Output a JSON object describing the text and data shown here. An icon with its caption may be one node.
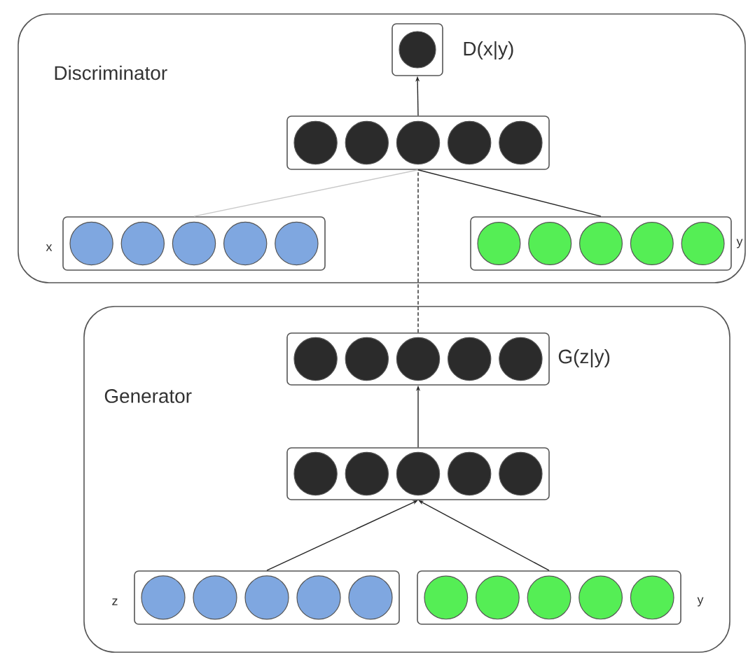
{
  "diagram": {
    "nodes": [
      {
        "text": [
          "Discriminator"
        ]
      },
      {
        "text": [],
        "shape": "box",
        "beside": [
          "D(x|y)"
        ],
        "in": 0
      },
      {
        "text": [],
        "shape": "box",
        "in": 0
      },
      {
        "text": [],
        "shape": "box",
        "beside": [
          "x"
        ],
        "in": 0
      },
      {
        "text": [],
        "shape": "box",
        "beside": [
          "y"
        ],
        "in": 0
      },
      {
        "text": [
          "Generator"
        ]
      },
      {
        "text": [],
        "shape": "box",
        "beside": [
          "G(z|y)"
        ],
        "in": 5
      },
      {
        "text": [],
        "shape": "box",
        "in": 5
      },
      {
        "text": [],
        "shape": "box",
        "beside": [
          "z"
        ],
        "in": 5
      },
      {
        "text": [],
        "shape": "box",
        "beside": [
          "y"
        ],
        "in": 5
      }
    ],
    "edges": [
      {
        "from": 2,
        "to": 1,
        "arrow": "to"
      },
      {
        "from": 3,
        "to": 2,
        "arrow": "none",
        "color": "#c8c8c8"
      },
      {
        "from": 4,
        "to": 2,
        "arrow": "none"
      },
      {
        "from": 6,
        "to": 2,
        "arrow": "none",
        "style": "dashed"
      },
      {
        "from": 7,
        "to": 6,
        "arrow": "to"
      },
      {
        "from": 8,
        "to": 7,
        "arrow": "to"
      },
      {
        "from": 9,
        "to": 7,
        "arrow": "to"
      }
    ]
  }
}
